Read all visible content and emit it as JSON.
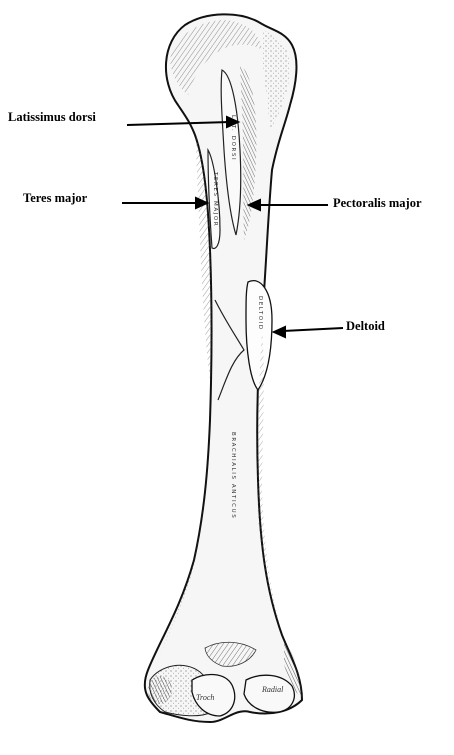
{
  "labels": {
    "latissimus_dorsi": "Latissimus dorsi",
    "teres_major": "Teres major",
    "pectoralis_major": "Pectoralis major",
    "deltoid": "Deltoid"
  },
  "colors": {
    "ink": "#000000",
    "bone_fill": "#f4f4f4",
    "shading": "#555555"
  }
}
